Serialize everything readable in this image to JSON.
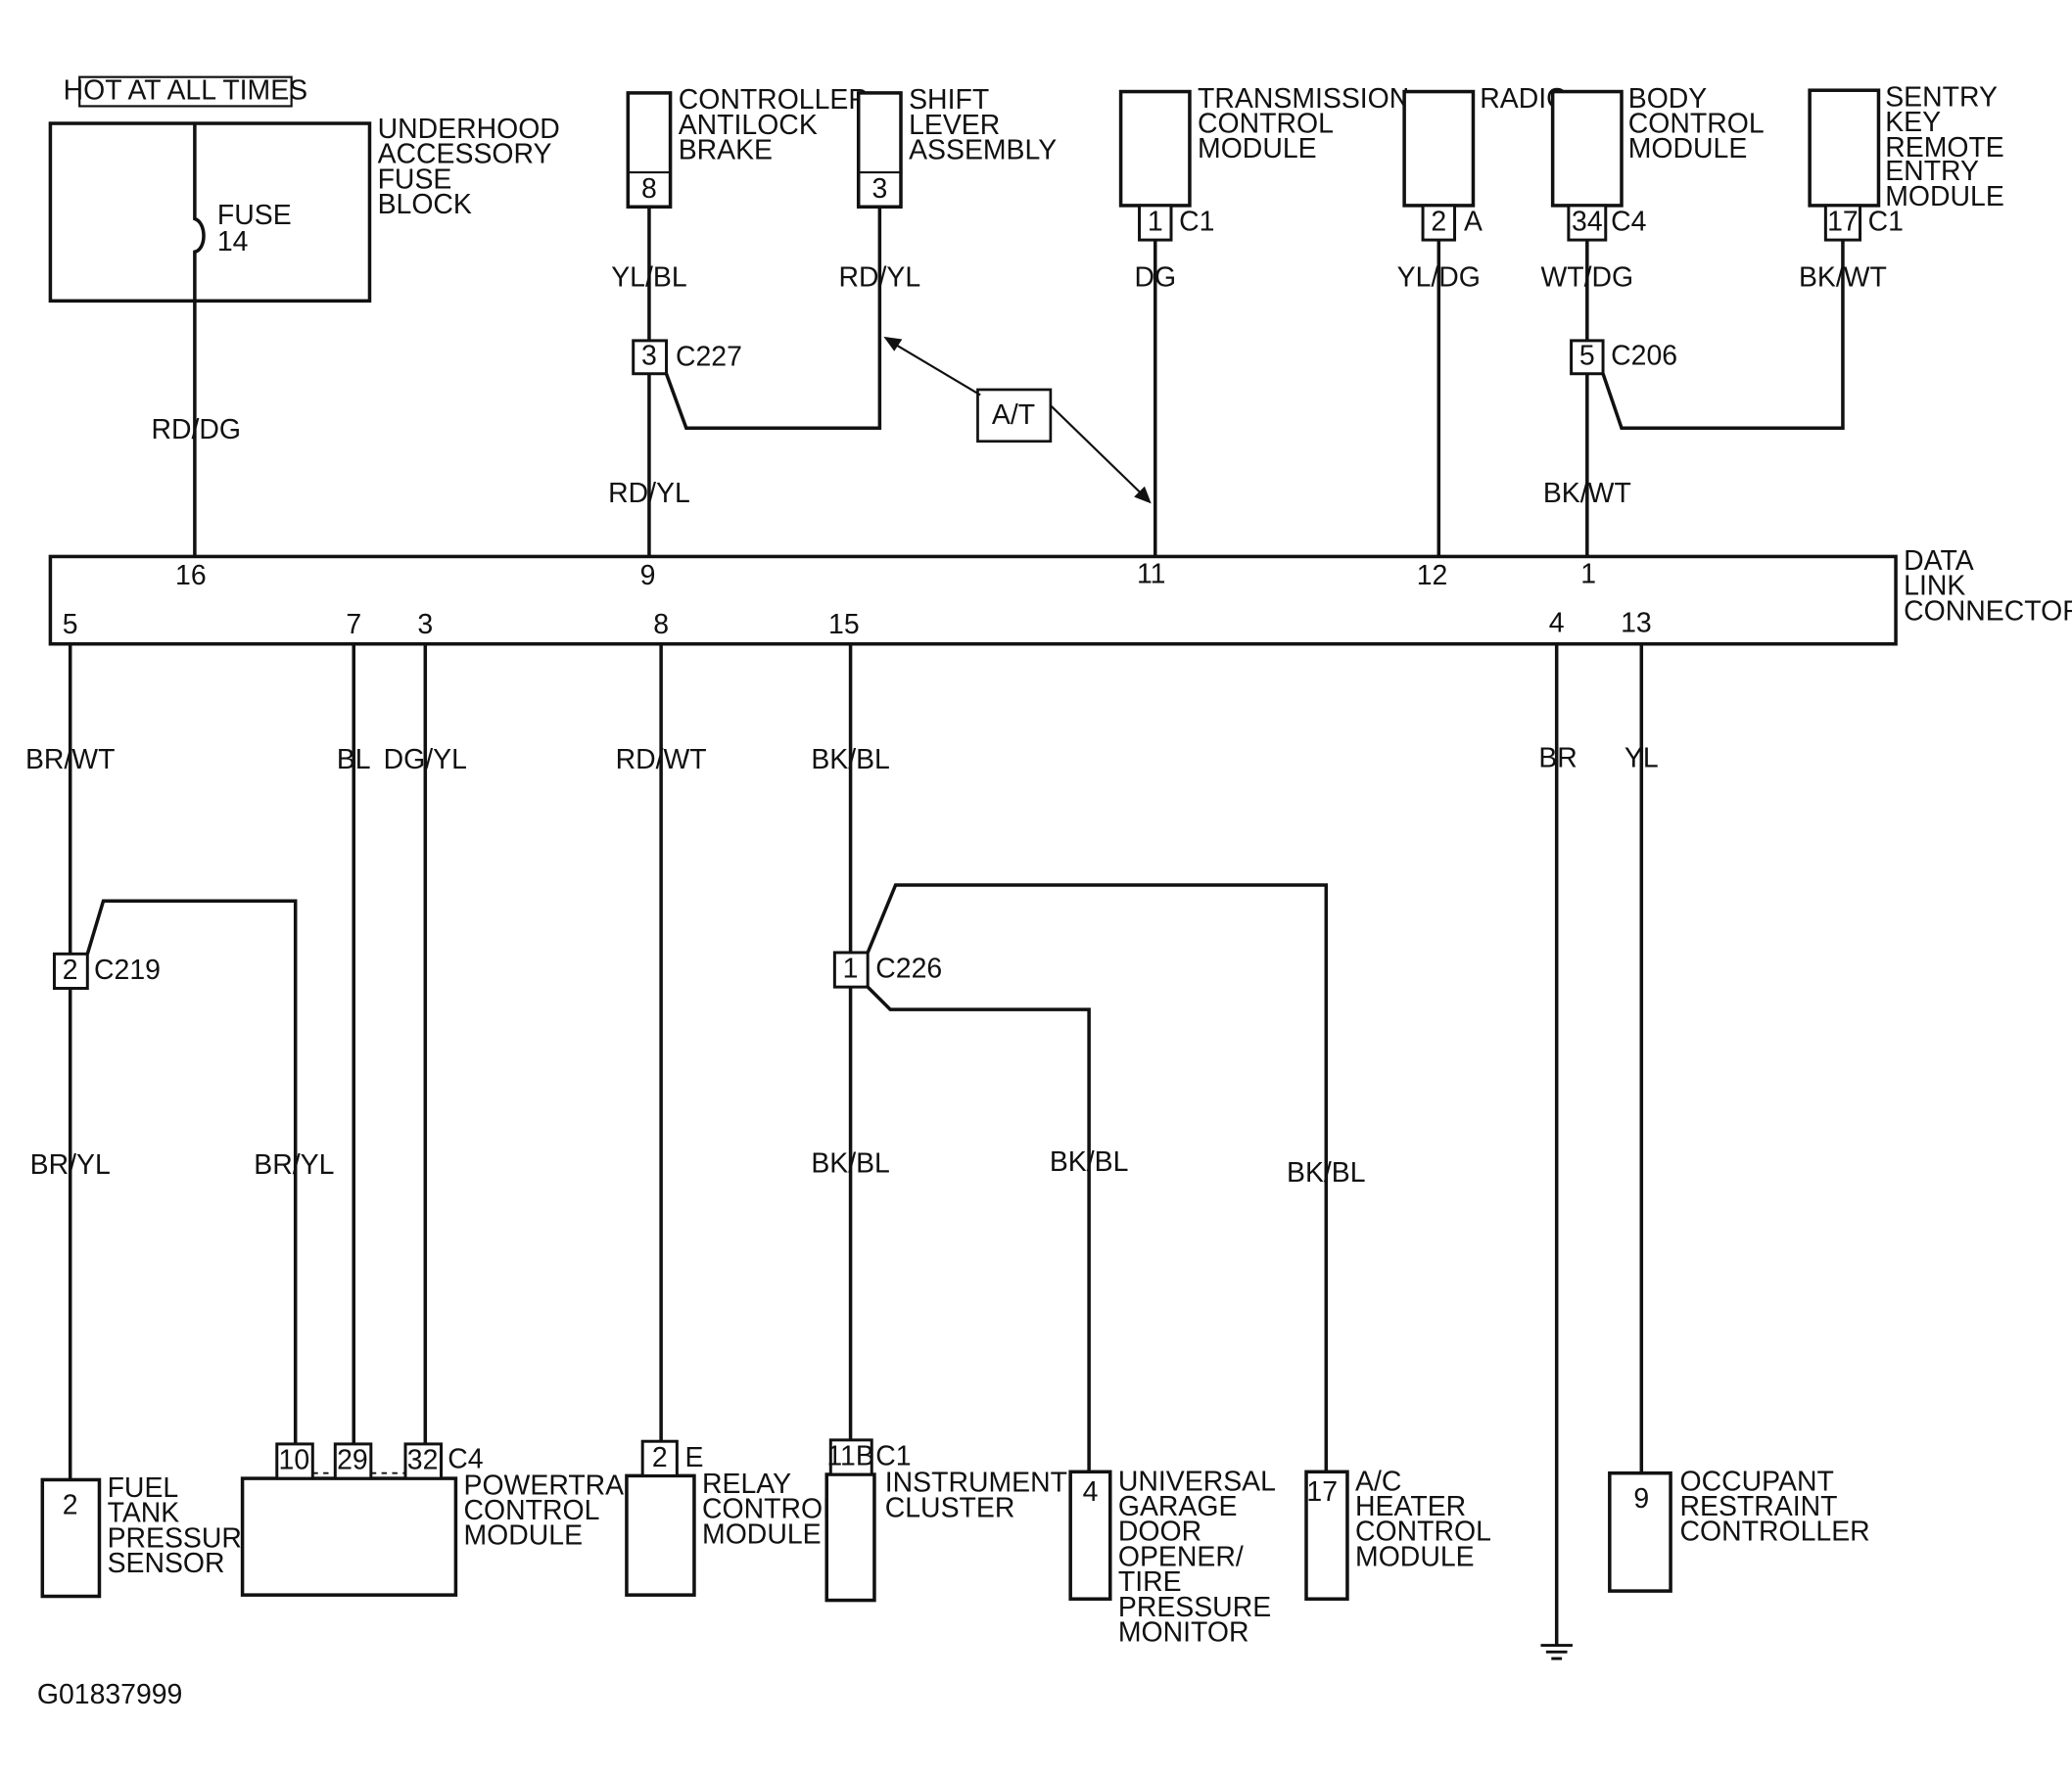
{
  "figure_id": "G01837999",
  "header": {
    "hot_label": "HOT AT ALL TIMES"
  },
  "fuse_block": {
    "name": [
      "UNDERHOOD",
      "ACCESSORY",
      "FUSE",
      "BLOCK"
    ],
    "fuse_label": "FUSE",
    "fuse_number": "14"
  },
  "top_components": [
    {
      "id": "abs",
      "name": [
        "CONTROLLER",
        "ANTILOCK",
        "BRAKE"
      ],
      "pin": "8",
      "connector": ""
    },
    {
      "id": "shift",
      "name": [
        "SHIFT",
        "LEVER",
        "ASSEMBLY"
      ],
      "pin": "3",
      "connector": ""
    },
    {
      "id": "tcm",
      "name": [
        "TRANSMISSION",
        "CONTROL",
        "MODULE"
      ],
      "pin": "1",
      "connector": "C1"
    },
    {
      "id": "radio",
      "name": [
        "RADIO"
      ],
      "pin": "2",
      "connector": "A"
    },
    {
      "id": "bcm",
      "name": [
        "BODY",
        "CONTROL",
        "MODULE"
      ],
      "pin": "34",
      "connector": "C4"
    },
    {
      "id": "skreem",
      "name": [
        "SENTRY",
        "KEY",
        "REMOTE",
        "ENTRY",
        "MODULE"
      ],
      "pin": "17",
      "connector": "C1"
    }
  ],
  "top_wires": {
    "fuse": "RD/DG",
    "abs": "YL/BL",
    "shift": "RD/YL",
    "tcm": "DG",
    "radio": "YL/DG",
    "bcm": "WT/DG",
    "skreem": "BK/WT",
    "dlc9": "RD/YL",
    "dlc1": "BK/WT"
  },
  "inline_connectors": [
    {
      "id": "c227",
      "pin": "3",
      "label": "C227"
    },
    {
      "id": "c206",
      "pin": "5",
      "label": "C206"
    },
    {
      "id": "c219",
      "pin": "2",
      "label": "C219"
    },
    {
      "id": "c226",
      "pin": "1",
      "label": "C226"
    }
  ],
  "at_label": "A/T",
  "dlc": {
    "name": [
      "DATA",
      "LINK",
      "CONNECTOR"
    ],
    "top_pins": [
      "16",
      "9",
      "11",
      "12",
      "1"
    ],
    "bottom_pins": [
      "5",
      "7",
      "3",
      "8",
      "15",
      "4",
      "13"
    ]
  },
  "bottom_wires": {
    "p5": "BR/WT",
    "p7": "BL",
    "p3": "DG/YL",
    "p8": "RD/WT",
    "p15": "BK/BL",
    "p4": "BR",
    "p13": "YL",
    "ftps": "BR/YL",
    "pcm_branch": "BR/YL",
    "ic": "BK/BL",
    "ugdo": "BK/BL",
    "ac": "BK/BL"
  },
  "bottom_components": [
    {
      "id": "ftps",
      "name": [
        "FUEL",
        "TANK",
        "PRESSURE",
        "SENSOR"
      ],
      "pins": [
        "2"
      ],
      "connector": ""
    },
    {
      "id": "pcm",
      "name": [
        "POWERTRAIN",
        "CONTROL",
        "MODULE"
      ],
      "pins": [
        "10",
        "29",
        "32"
      ],
      "connector": "C4"
    },
    {
      "id": "relay",
      "name": [
        "RELAY",
        "CONTROL",
        "MODULE"
      ],
      "pins": [
        "2"
      ],
      "connector": "E"
    },
    {
      "id": "ic",
      "name": [
        "INSTRUMENT",
        "CLUSTER"
      ],
      "pins": [
        "11B"
      ],
      "connector": "C1"
    },
    {
      "id": "ugdo",
      "name": [
        "UNIVERSAL",
        "GARAGE",
        "DOOR",
        "OPENER/",
        "TIRE",
        "PRESSURE",
        "MONITOR"
      ],
      "pins": [
        "4"
      ],
      "connector": ""
    },
    {
      "id": "ac",
      "name": [
        "A/C",
        "HEATER",
        "CONTROL",
        "MODULE"
      ],
      "pins": [
        "17"
      ],
      "connector": ""
    },
    {
      "id": "orc",
      "name": [
        "OCCUPANT",
        "RESTRAINT",
        "CONTROLLER"
      ],
      "pins": [
        "9"
      ],
      "connector": ""
    }
  ]
}
